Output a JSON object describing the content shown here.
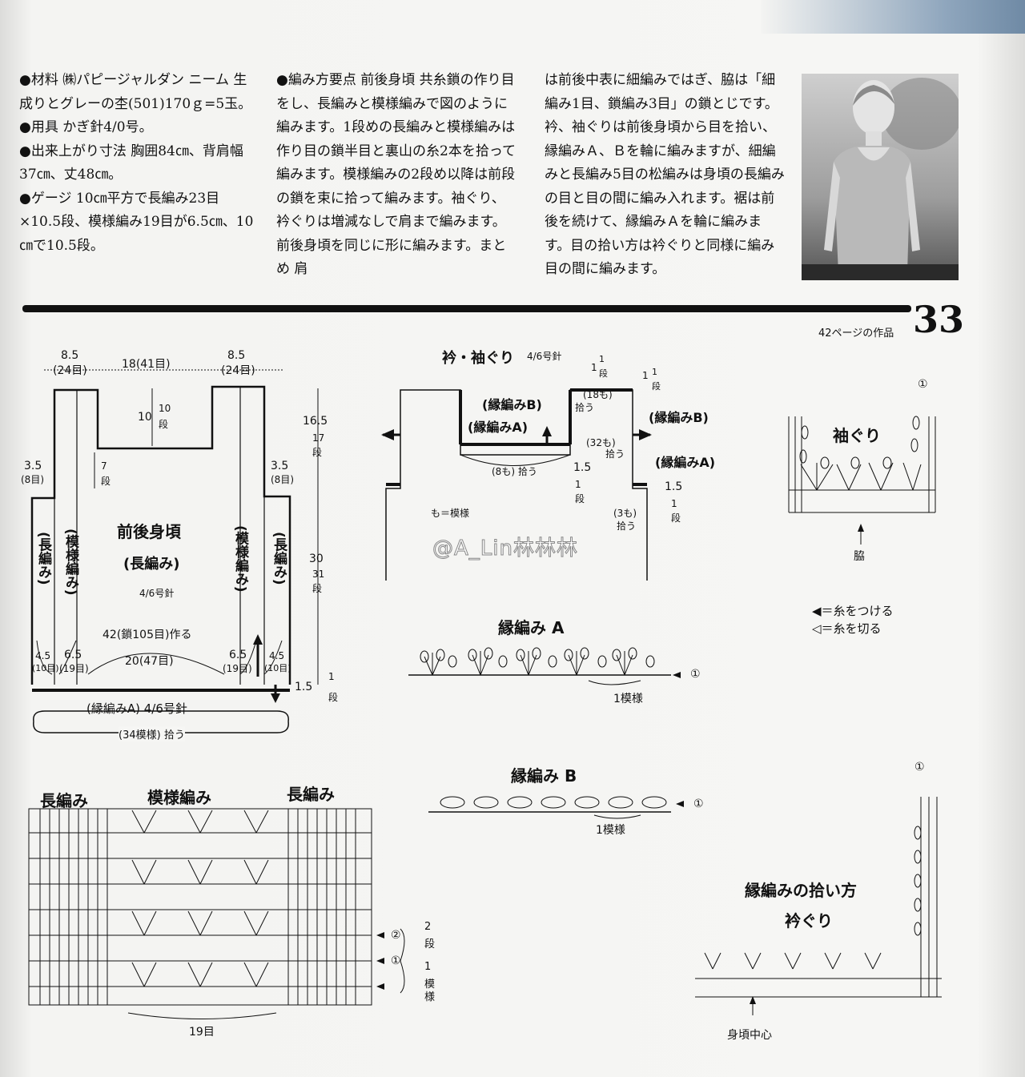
{
  "text_col1": {
    "p1": "●材料 ㈱パピージャルダン ニーム 生成りとグレーの杢(501)170ｇ=5玉。",
    "p2": "●用具 かぎ針4/0号。",
    "p3": "●出来上がり寸法 胸囲84㎝、背肩幅37㎝、丈48㎝。",
    "p4": "●ゲージ 10㎝平方で長編み23目×10.5段、模様編み19目が6.5㎝、10㎝で10.5段。"
  },
  "text_col2": "●編み方要点 前後身頃 共糸鎖の作り目をし、長編みと模様編みで図のように編みます。1段めの長編みと模様編みは作り目の鎖半目と裏山の糸2本を拾って編みます。模様編みの2段め以降は前段の鎖を束に拾って編みます。袖ぐり、衿ぐりは増減なしで肩まで編みます。前後身頃を同じに形に編みます。まとめ 肩",
  "text_col3": "は前後中表に細編みではぎ、脇は「細編み1目、鎖編み3目」の鎖とじです。衿、袖ぐりは前後身頃から目を拾い、縁編みＡ、Ｂを輪に編みますが、細編みと長編み5目の松編みは身頃の長編みの目と目の間に編み入れます。裾は前後を続けて、縁編みＡを輪に編みます。目の拾い方は衿ぐりと同様に編み目の間に編みます。",
  "page_number": "33",
  "page_ref": "42ページの作品",
  "body_diagram": {
    "top_widths": [
      "8.5",
      "(24目)",
      "18(41目)",
      "8.5",
      "(24目)"
    ],
    "neck": [
      "10",
      "10",
      "段"
    ],
    "right_dims": [
      "16.5",
      "17",
      "段",
      "30",
      "31",
      "段",
      "1.5",
      "1",
      "段"
    ],
    "armhole_left": [
      "3.5",
      "(8目)"
    ],
    "armhole_right": [
      "3.5",
      "(8目)"
    ],
    "neck_dec": [
      "7",
      "段"
    ],
    "title": "前後身頃",
    "subtitle": "(長編み)",
    "needle": "4/6号針",
    "col_labels": [
      "(長編み)",
      "(模様編み)",
      "(模様編み)",
      "(長編み)"
    ],
    "chain": "42(鎖105目)作る",
    "bottom_widths": [
      "4.5",
      "(10目)",
      "6.5",
      "(19目)",
      "20(47目)",
      "6.5",
      "(19目)",
      "4.5",
      "(10目)"
    ],
    "edge": "(縁編みA) 4/6号針",
    "pickup": "(34模様) 拾う"
  },
  "collar_diagram": {
    "title": "衿・袖ぐり",
    "needle": "4/6号針",
    "labels": [
      "(縁編みB)",
      "(縁編みA)",
      "(8も) 拾う",
      "(18も)",
      "拾う",
      "(32も)",
      "拾う",
      "(縁編みB)",
      "(縁編みA)",
      "1.5",
      "1",
      "段",
      "(3も)",
      "拾う",
      "1.5",
      "1",
      "段",
      "1",
      "1",
      "段",
      "1",
      "1",
      "段"
    ],
    "note": "も＝模様"
  },
  "sleeve_chart": {
    "title": "袖ぐり",
    "marker": "①",
    "side": "脇",
    "legend_attach": "◀＝糸をつける",
    "legend_cut": "◁＝糸を切る"
  },
  "edge_a": {
    "title": "縁編み A",
    "repeat": "1模様",
    "marker": "①"
  },
  "edge_b": {
    "title": "縁編み B",
    "repeat": "1模様",
    "marker": "①"
  },
  "stitch_chart": {
    "labels": [
      "長編み",
      "模様編み",
      "長編み"
    ],
    "markers": [
      "②",
      "①"
    ],
    "side": [
      "2",
      "段",
      "1",
      "模",
      "様"
    ],
    "count": "19目"
  },
  "pickup_chart": {
    "title1": "縁編みの拾い方",
    "title2": "衿ぐり",
    "marker": "①",
    "center": "身頃中心"
  },
  "watermark": "@A_Lin林林林"
}
